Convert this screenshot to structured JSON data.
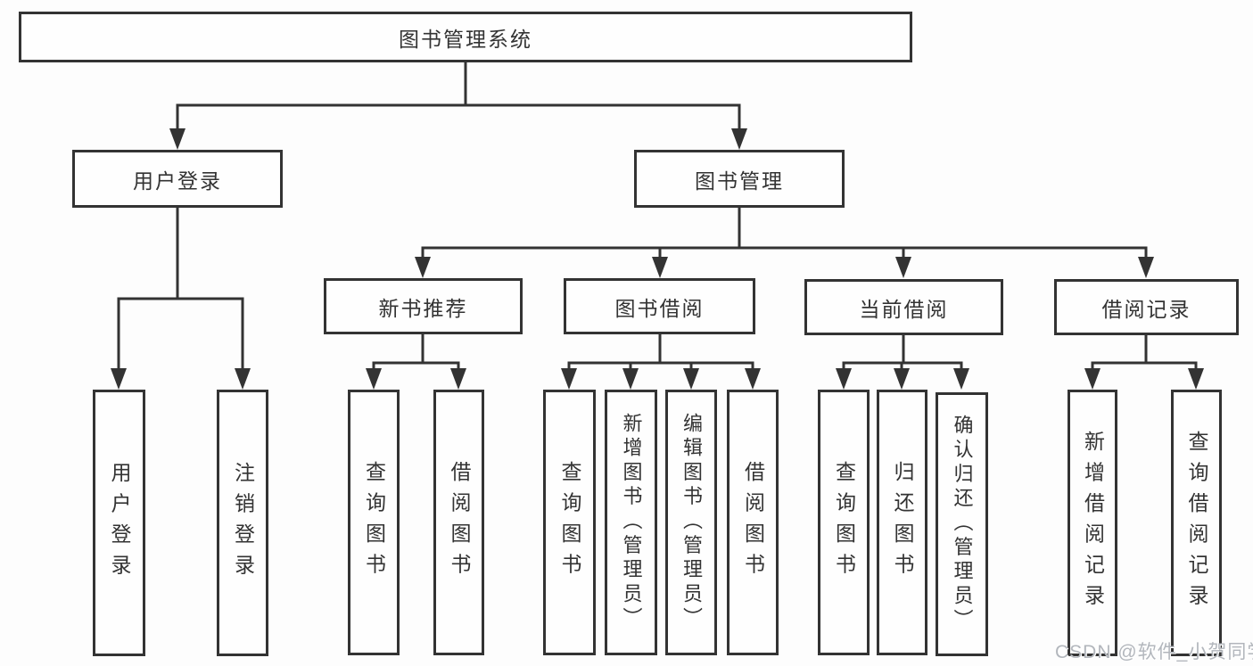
{
  "tree": {
    "root": {
      "label": "图书管理系统"
    },
    "children": [
      {
        "label": "用户登录",
        "children": [
          {
            "label": "用户登录"
          },
          {
            "label": "注销登录"
          }
        ]
      },
      {
        "label": "图书管理",
        "children": [
          {
            "label": "新书推荐",
            "children": [
              {
                "label": "查询图书"
              },
              {
                "label": "借阅图书"
              }
            ]
          },
          {
            "label": "图书借阅",
            "children": [
              {
                "label": "查询图书"
              },
              {
                "label": "新增图书（管理员）"
              },
              {
                "label": "编辑图书（管理员）"
              },
              {
                "label": "借阅图书"
              }
            ]
          },
          {
            "label": "当前借阅",
            "children": [
              {
                "label": "查询图书"
              },
              {
                "label": "归还图书"
              },
              {
                "label": "确认归还（管理员）"
              }
            ]
          },
          {
            "label": "借阅记录",
            "children": [
              {
                "label": "新增借阅记录"
              },
              {
                "label": "查询借阅记录"
              }
            ]
          }
        ]
      }
    ]
  },
  "watermark": "CSDN @软件_小贺同学",
  "colors": {
    "line": "#333333",
    "text": "#333333",
    "box_background": "#fefefe",
    "watermark": "#b2b6bc"
  }
}
